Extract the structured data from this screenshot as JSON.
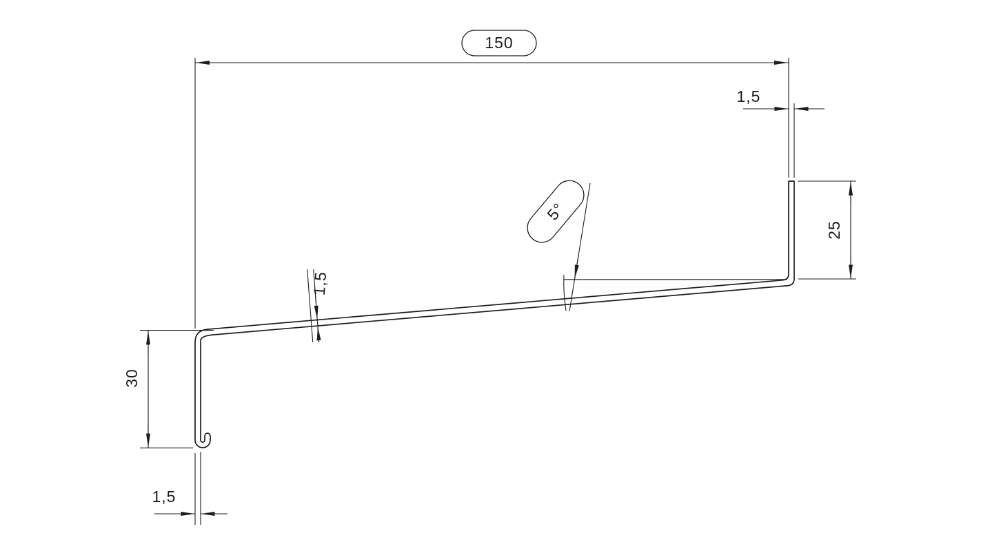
{
  "drawing": {
    "type": "technical-drawing",
    "subject": "sheet-metal flashing profile cross-section",
    "background_color": "#ffffff",
    "line_color": "#1d1d1d",
    "labels": {
      "overall_width": "150",
      "upstand_thickness": "1,5",
      "upstand_height": "25",
      "slope_angle": "5°",
      "sheet_thickness": "1,5",
      "leg_height": "30",
      "leg_thickness": "1,5"
    }
  }
}
